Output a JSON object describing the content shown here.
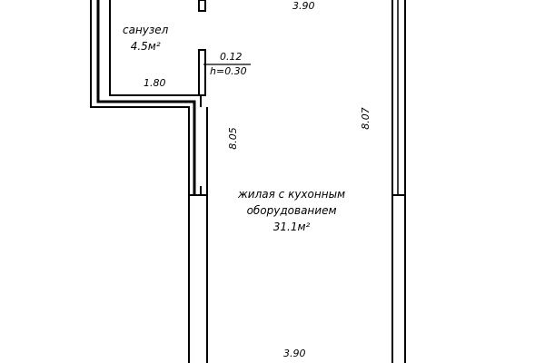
{
  "plan": {
    "rooms": [
      {
        "name": "санузел",
        "area": "4.5м²"
      },
      {
        "name_line1": "жилая с кухонным",
        "name_line2": "оборудованием",
        "area": "31.1м²"
      }
    ],
    "dimensions": {
      "top_width": "3.90",
      "bottom_width": "3.90",
      "wc_width": "1.80",
      "left_length": "8.05",
      "right_length": "8.07",
      "opening_width": "0.12",
      "opening_height": "h=0.30"
    },
    "colors": {
      "line": "#000000",
      "background": "#ffffff"
    }
  }
}
